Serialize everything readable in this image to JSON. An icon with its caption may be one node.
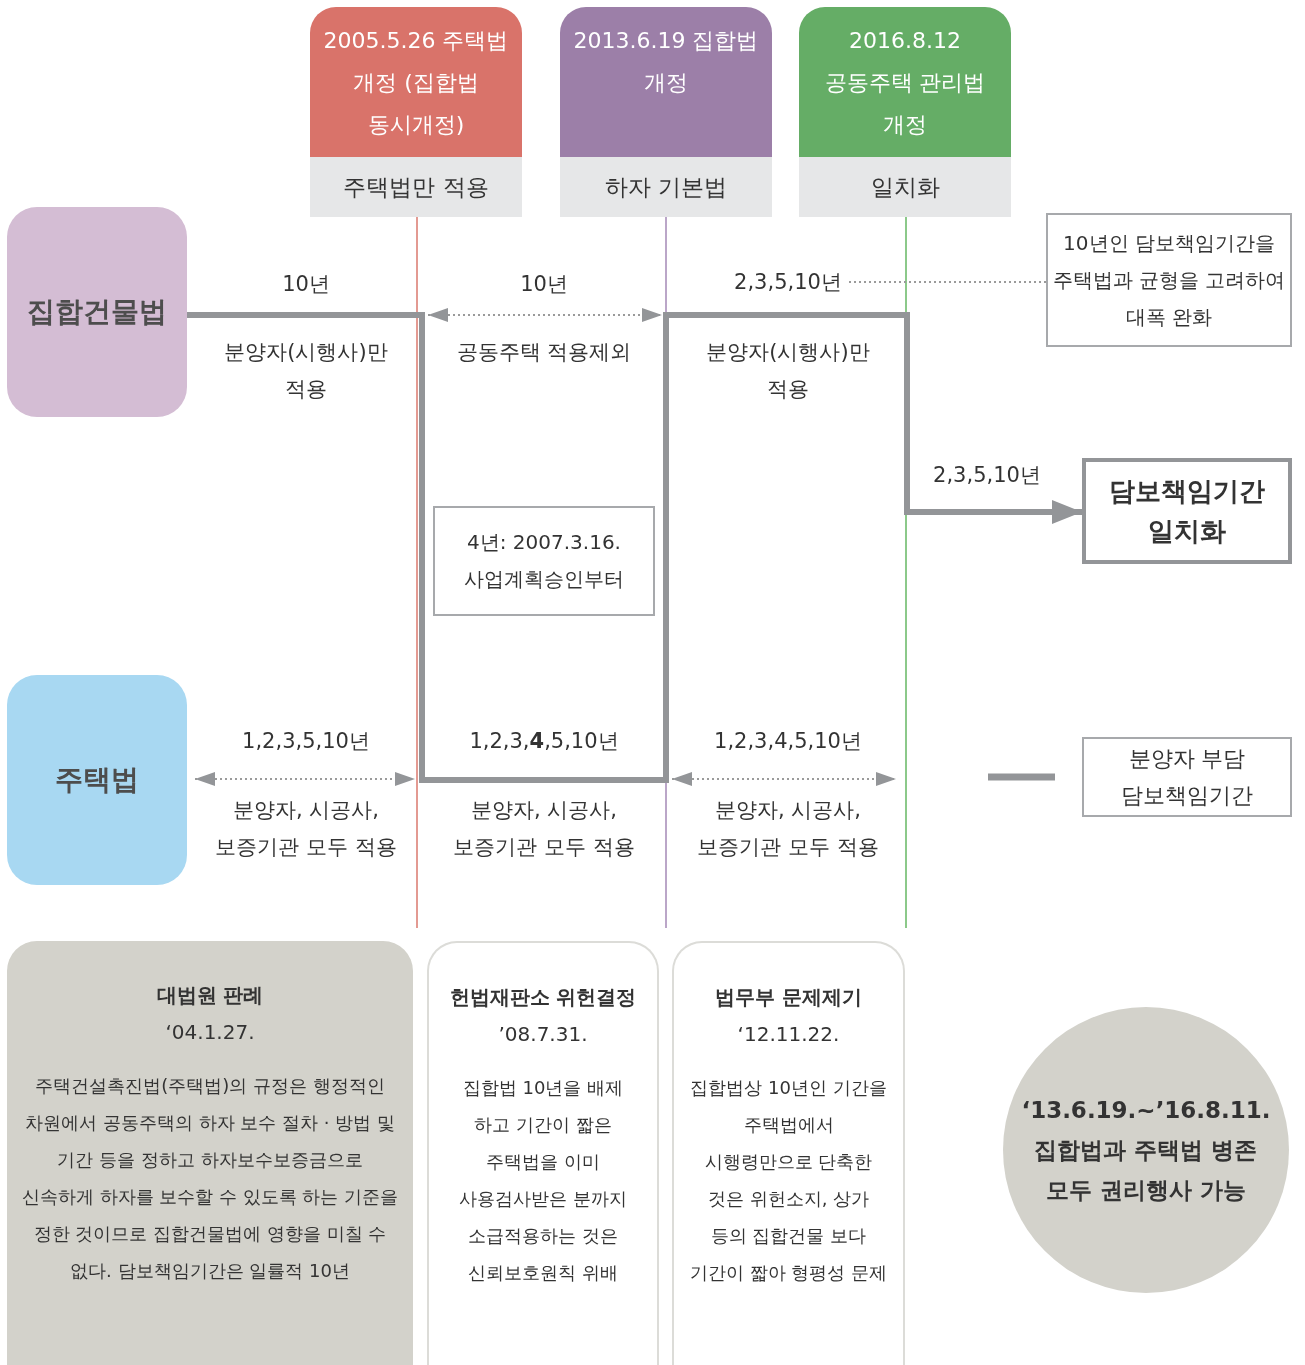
{
  "diagram": {
    "nodes": [
      {
        "text": [
          "2005.5.26 주택법 개정 (집합법 동시개정)",
          "주택법만 적용"
        ]
      },
      {
        "text": [
          "2013.6.19 집합법 개정",
          "하자 기본법"
        ]
      },
      {
        "text": [
          "2016.8.12 공동주택 관리법 개정",
          "일치화"
        ]
      },
      {
        "text": [
          "집합건물법"
        ]
      },
      {
        "text": [
          "2,3,5,10년"
        ]
      },
      {
        "text": [
          "10년인 담보책임기간을 주택법과 균형을 고려하여 대폭 완화"
        ]
      },
      {
        "text": [
          "담보책임기간 일치화"
        ]
      },
      {
        "text": [
          "4년: 2007.3.16. 사업계획승인부터"
        ]
      },
      {
        "text": [
          "주택법"
        ]
      },
      {
        "text": [
          "대법원 판례",
          "‘04.1.27.",
          "주택건설촉진법(주택법)의 규정은 행정적인 차원에서 공동주택의 하자 보수 절차 · 방법 및 기간 등을 정하고 하자보수보증금으로 신속하게 하자를 보수할 수 있도록 하는 기준을 정한 것이므로 집합건물법에 영향을 미칠 수 없다. 담보책임기간은 일률적 10년"
        ]
      },
      {
        "text": [
          "헌법재판소 위헌결정",
          "’08.7.31.",
          "집합법 10년을 배제 하고 기간이 짧은 주택법을 이미 사용검사받은 분까지 소급적용하는 것은 신뢰보호원칙 위배"
        ]
      },
      {
        "text": [
          "법무부 문제제기",
          "‘12.11.22.",
          "집합법상 10년인 기간을 주택법에서 시행령만으로 단축한 것은 위헌소지, 상가 등의 집합건물 보다 기간이 짧아 형평성 문제"
        ]
      },
      {
        "text": [
          "‘13.6.19.~’16.8.11. 집합법과 주택법 병존 모두 권리행사 가능"
        ]
      }
    ],
    "edges": [
      {
        "from": 3,
        "to": 6,
        "arrow": "to",
        "style": "thick",
        "label": "2,3,5,10년"
      },
      {
        "from": 4,
        "to": 5,
        "arrow": "none",
        "style": "dashed"
      }
    ],
    "labels": [
      "10년",
      "10년",
      "분양자(시행사)만 적용",
      "공동주택 적용제외",
      "분양자(시행사)만 적용",
      "1,2,3,5,10년",
      "1,2,3,**4**,5,10년",
      "1,2,3,4,5,10년",
      "분양자, 시공사, 보증기관 모두 적용",
      "분양자, 시공사, 보증기관 모두 적용",
      "분양자, 시공사, 보증기관 모두 적용"
    ],
    "legend": [
      {
        "text": "분양자 부담 담보책임기간"
      }
    ]
  }
}
